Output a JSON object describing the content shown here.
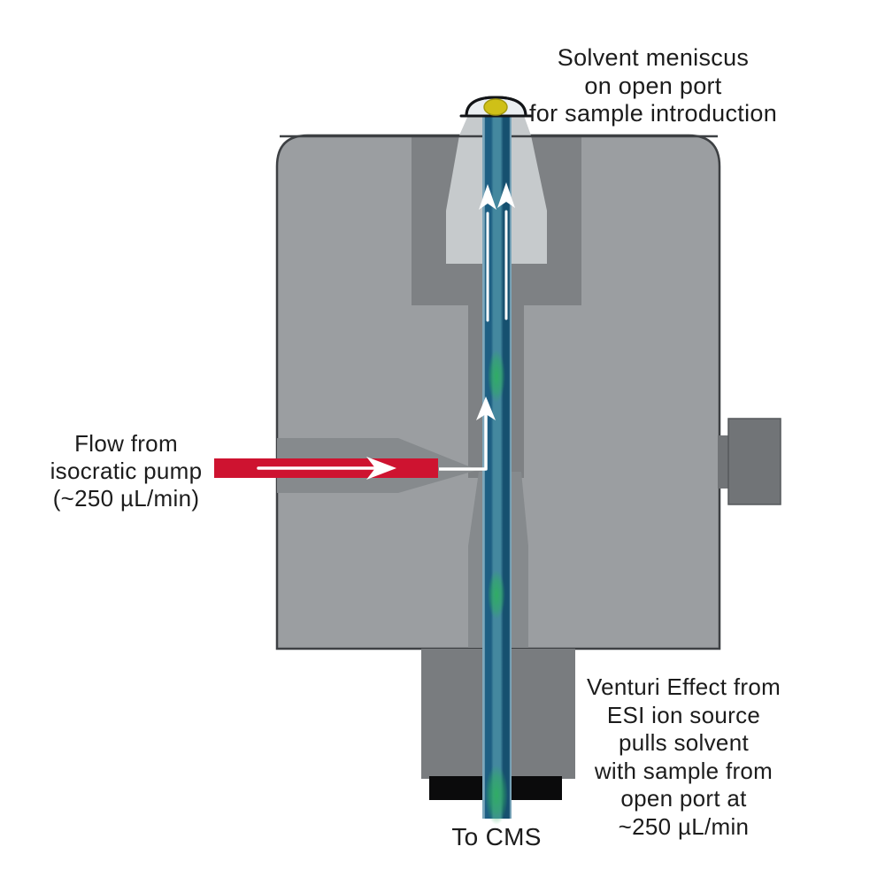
{
  "figure": {
    "description_visible_text_only": true
  },
  "labels": {
    "solvent_meniscus": {
      "lines": [
        "Solvent meniscus",
        "on open port",
        "for sample introduction"
      ]
    },
    "pump": {
      "lines": [
        "Flow from",
        "isocratic pump",
        "(~250 µL/min)"
      ]
    },
    "venturi": {
      "lines": [
        "Venturi Effect from",
        "ESI ion source",
        "pulls solvent",
        "with sample from",
        "open port at",
        "~250 µL/min"
      ]
    },
    "to_cms": {
      "text": "To CMS"
    }
  },
  "colors": {
    "background": "#ffffff",
    "body_gray": "#9b9ea1",
    "body_outline": "#3d4043",
    "channel_dark": "#7e8184",
    "channel_mid": "#868a8d",
    "nozzle_light": "#c6cacc",
    "dome_fill": "#eaeef1",
    "dome_outline": "#121417",
    "meniscus_yellow": "#cfc017",
    "meniscus_yellow_edge": "#a39a10",
    "tube_edge_light": "#7ea8bc",
    "tube_wall_left": "#1e5f83",
    "tube_core": "#44889f",
    "tube_wall_right": "#16506f",
    "sample_green": "#2fae62",
    "pump_red": "#ce1330",
    "arrow_white": "#ffffff",
    "tab_gray": "#717477",
    "block_gray": "#797c7f",
    "base_black": "#0b0b0c",
    "text_dark": "#1c1c1c"
  }
}
